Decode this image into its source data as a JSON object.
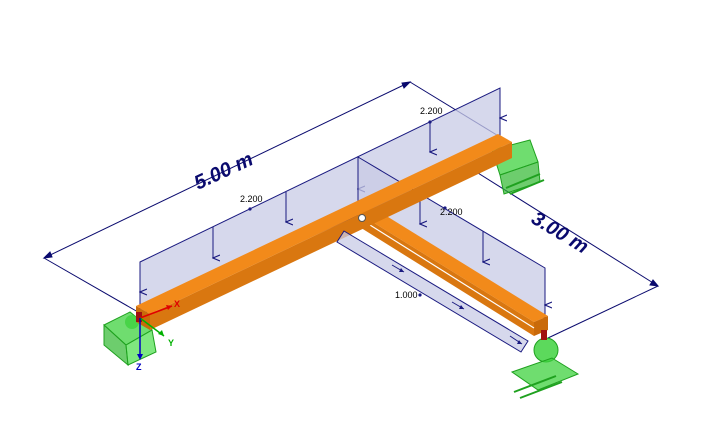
{
  "dimensions": {
    "length_main": "5.00 m",
    "length_secondary": "3.00 m"
  },
  "loads": {
    "load_rear": "2.200",
    "load_left": "2.200",
    "load_secondary": "2.200",
    "load_joint": "1.000"
  },
  "axes": {
    "x": "X",
    "y": "Y",
    "z": "Z"
  },
  "colors": {
    "beam": "#f28a1a",
    "beam_dark": "#c96a0a",
    "load_fill": "#c8cbe6",
    "load_stroke": "#1a1a80",
    "dimension": "#0a0a6e",
    "support": "#3fd23f",
    "axis_x": "#e00000",
    "axis_y": "#00b000",
    "axis_z": "#0000c0"
  },
  "icons": [
    "support-hinge-icon",
    "coordinate-axes-icon"
  ]
}
